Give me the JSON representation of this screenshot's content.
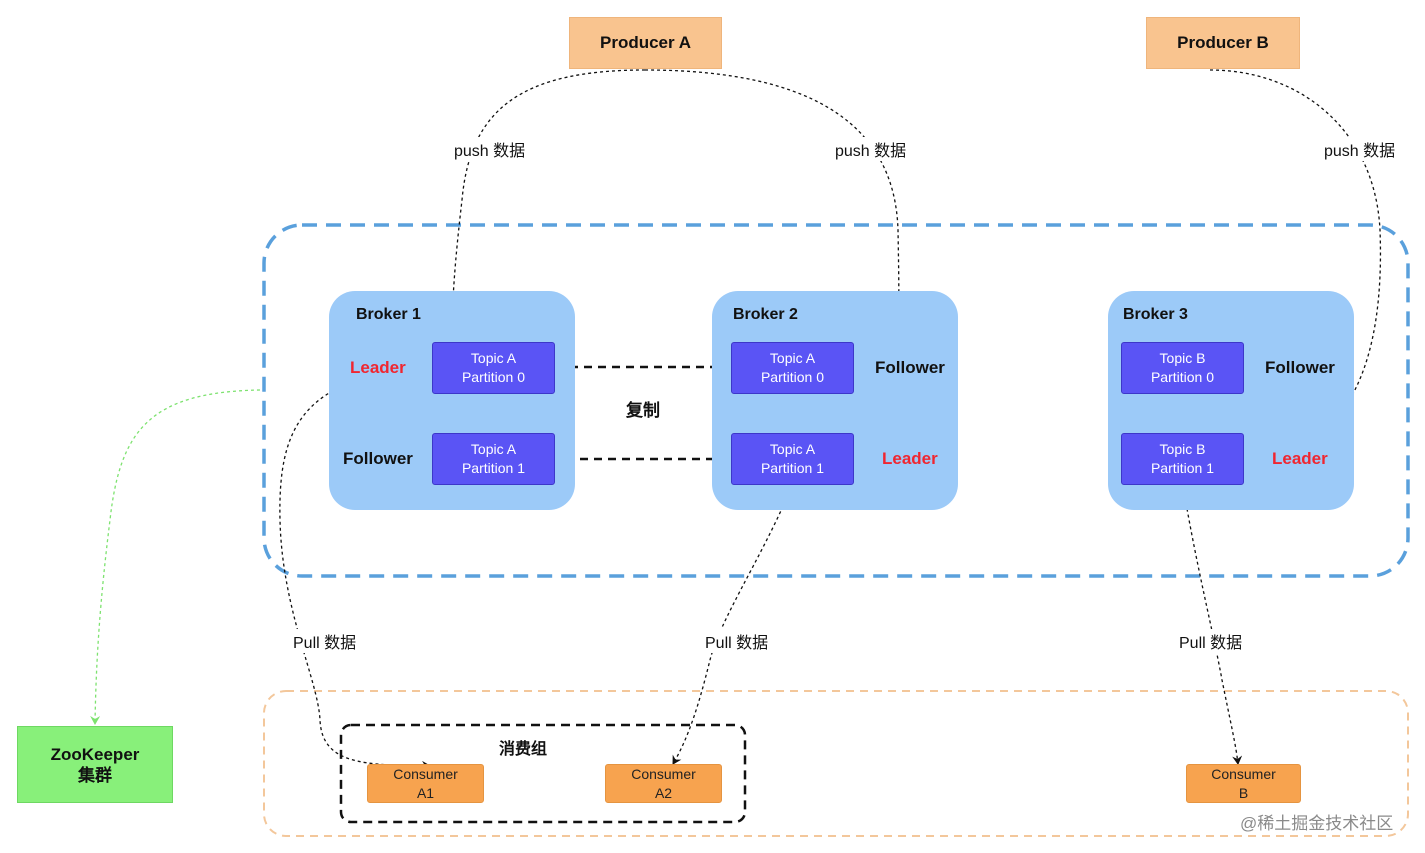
{
  "producers": {
    "a": "Producer A",
    "b": "Producer B"
  },
  "brokers": [
    {
      "title": "Broker 1",
      "partitions": [
        {
          "line1": "Topic A",
          "line2": "Partition 0",
          "role": "Leader"
        },
        {
          "line1": "Topic A",
          "line2": "Partition 1",
          "role": "Follower"
        }
      ]
    },
    {
      "title": "Broker 2",
      "partitions": [
        {
          "line1": "Topic A",
          "line2": "Partition 0",
          "role": "Follower"
        },
        {
          "line1": "Topic A",
          "line2": "Partition 1",
          "role": "Leader"
        }
      ]
    },
    {
      "title": "Broker 3",
      "partitions": [
        {
          "line1": "Topic B",
          "line2": "Partition 0",
          "role": "Follower"
        },
        {
          "line1": "Topic B",
          "line2": "Partition 1",
          "role": "Leader"
        }
      ]
    }
  ],
  "labels": {
    "push": "push 数据",
    "pull": "Pull 数据",
    "replicate": "复制",
    "consumer_group": "消费组"
  },
  "consumers": [
    {
      "line1": "Consumer",
      "line2": "A1"
    },
    {
      "line1": "Consumer",
      "line2": "A2"
    },
    {
      "line1": "Consumer",
      "line2": "B"
    }
  ],
  "zookeeper": {
    "line1": "ZooKeeper",
    "line2": "集群"
  },
  "footer_watermark": "@稀土掘金技术社区",
  "colors": {
    "producer": "#f9c48f",
    "broker": "#9ccaf8",
    "partition": "#5a54f5",
    "leader_text": "#f02630",
    "consumer": "#f7a34f",
    "zookeeper": "#88f07a",
    "cluster_border": "#5aa0dc",
    "consumer_area_border": "#f3c79b",
    "zk_link": "#7de26f"
  }
}
